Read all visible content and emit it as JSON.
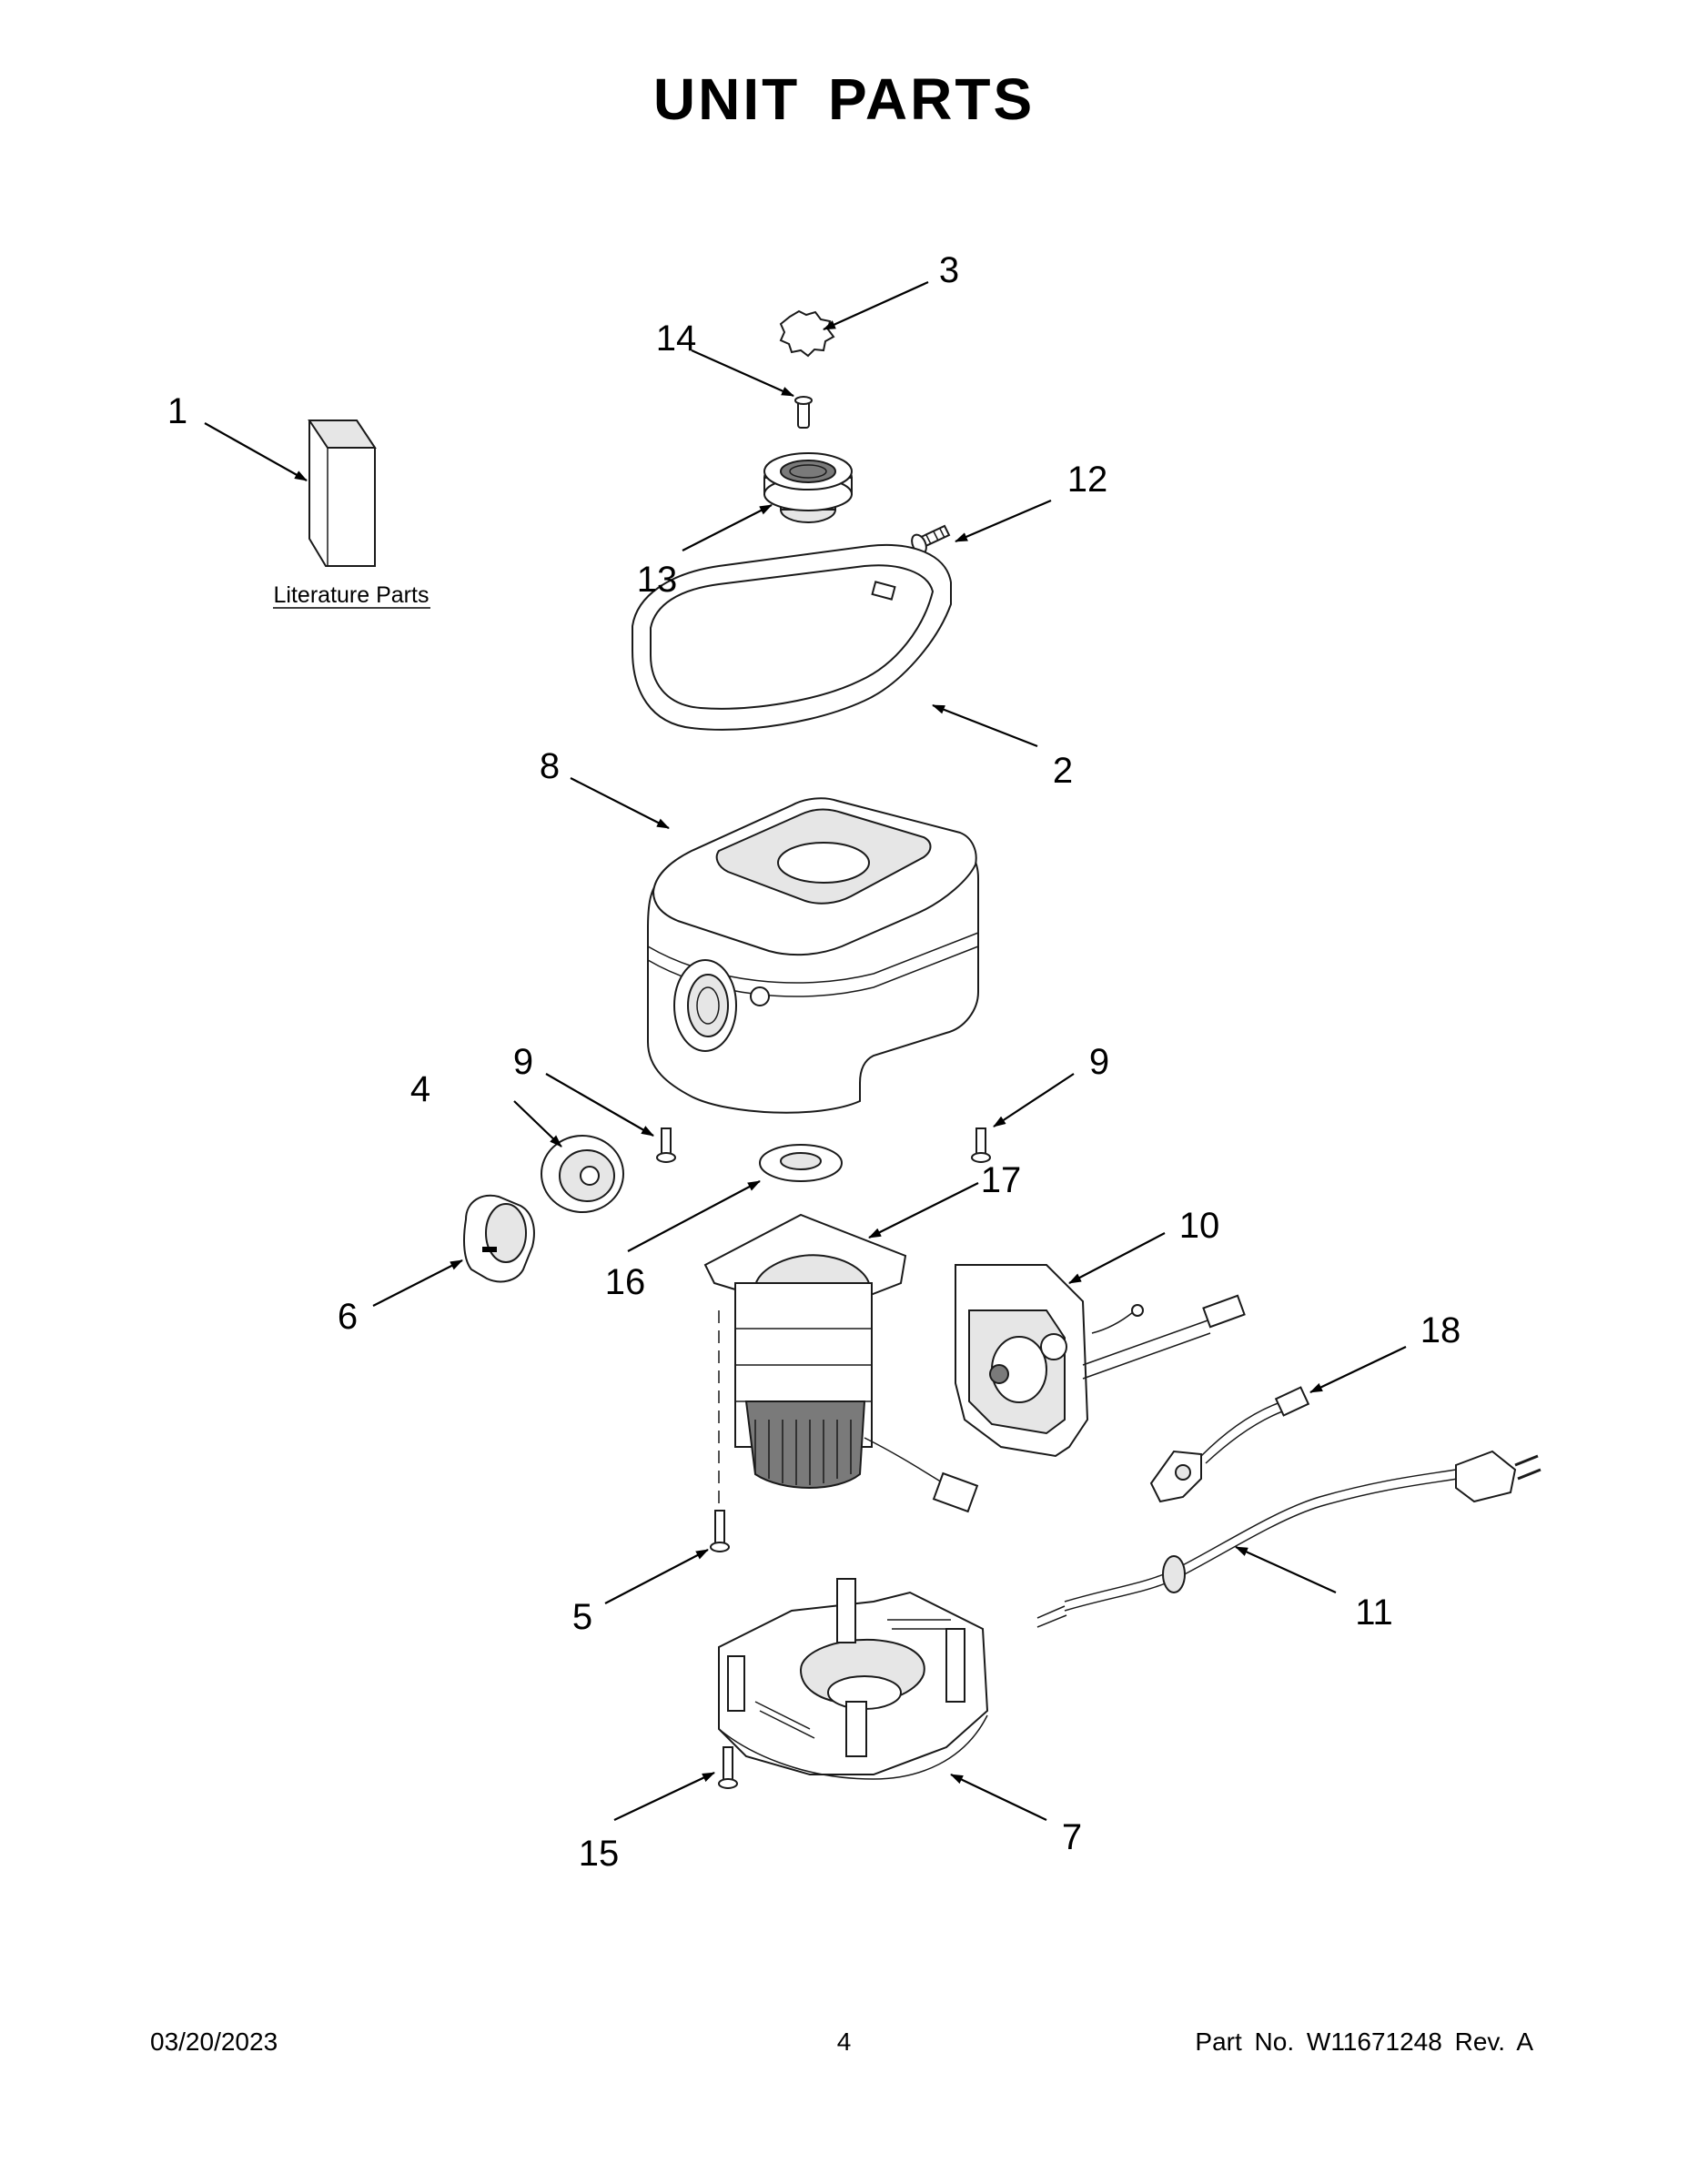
{
  "title": "UNIT PARTS",
  "literature_label": "Literature Parts",
  "callouts": [
    {
      "id": "c1",
      "text": "1"
    },
    {
      "id": "c2",
      "text": "2"
    },
    {
      "id": "c3",
      "text": "3"
    },
    {
      "id": "c4",
      "text": "4"
    },
    {
      "id": "c5",
      "text": "5"
    },
    {
      "id": "c6",
      "text": "6"
    },
    {
      "id": "c7",
      "text": "7"
    },
    {
      "id": "c8",
      "text": "8"
    },
    {
      "id": "c9a",
      "text": "9"
    },
    {
      "id": "c9b",
      "text": "9"
    },
    {
      "id": "c10",
      "text": "10"
    },
    {
      "id": "c11",
      "text": "11"
    },
    {
      "id": "c12",
      "text": "12"
    },
    {
      "id": "c13",
      "text": "13"
    },
    {
      "id": "c14",
      "text": "14"
    },
    {
      "id": "c15",
      "text": "15"
    },
    {
      "id": "c16",
      "text": "16"
    },
    {
      "id": "c17",
      "text": "17"
    },
    {
      "id": "c18",
      "text": "18"
    }
  ],
  "footer": {
    "date": "03/20/2023",
    "page": "4",
    "part_number": "Part No.  W11671248  Rev.  A"
  }
}
